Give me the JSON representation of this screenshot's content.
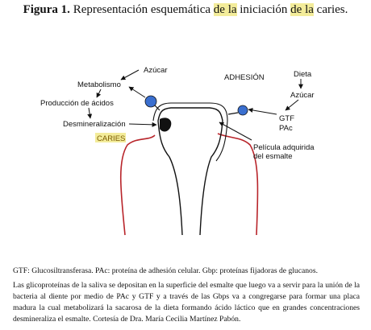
{
  "title": {
    "number": "Figura 1.",
    "t1": "Representación esquemática ",
    "t2": "de la",
    "t3": " iniciación ",
    "t4": "de la",
    "t5": " caries."
  },
  "labels": {
    "azucar_top": "Azúcar",
    "metabolismo": "Metabolismo",
    "produccion": "Producción de ácidos",
    "desmineralizacion": "Desmineralización",
    "caries": "CARIES",
    "adhesion": "ADHESIÓN",
    "dieta": "Dieta",
    "azucar_right": "Azúcar",
    "gtf": "GTF",
    "pac": "PAc",
    "pelicula1": "Película adquirida",
    "pelicula2": "del esmalte"
  },
  "caption1": "GTF: Glucosiltransferasa. PAc: proteína de adhesión celular. Gbp: proteínas fijadoras de glucanos.",
  "caption2": "Las glicoproteínas de la saliva se depositan en la superficie del esmalte que luego va a servir para la unión de la bacteria al diente por medio de PAc y GTF y a través de las Gbps va a congregarse para formar una placa madura la cual metabolizará la sacarosa de la dieta formando ácido láctico que en grandes concentraciones desmineraliza el esmalte. Cortesía de Dra. María Cecilia Martínez Pabón.",
  "colors": {
    "gum": "#b8242a",
    "bacteria": "#3a6fcf",
    "highlight": "#f3ec9a",
    "caries_label": "#8a6a00"
  }
}
